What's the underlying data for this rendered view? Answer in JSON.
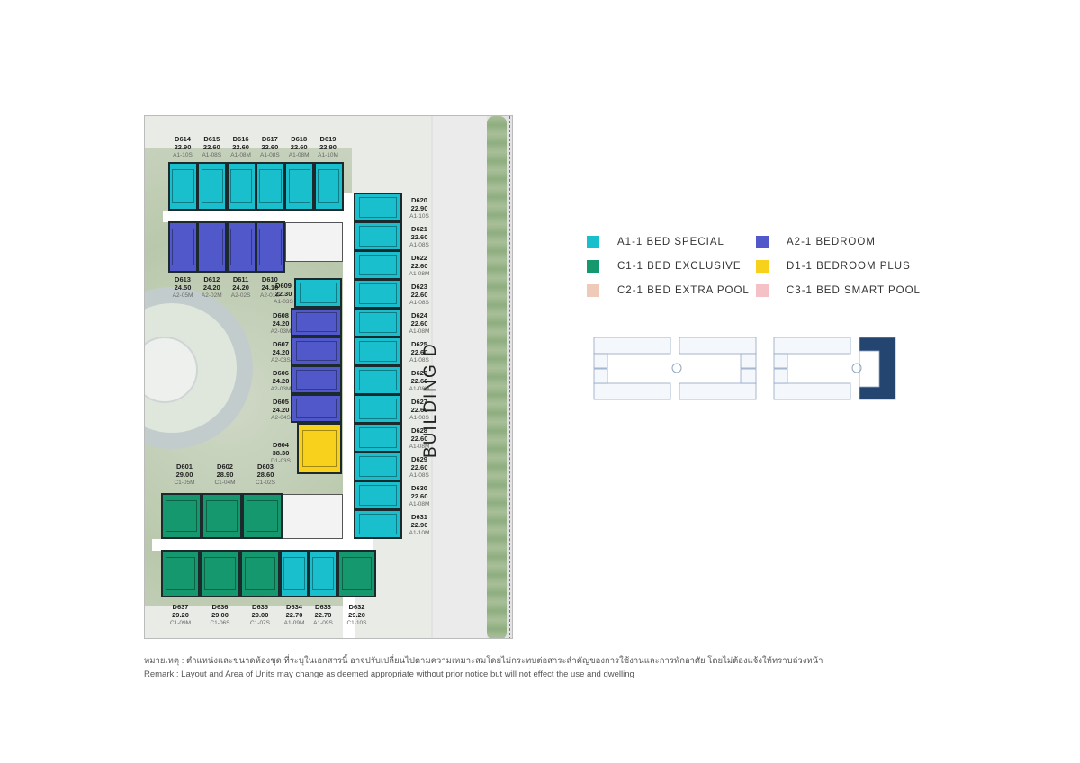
{
  "building_label": "BUILDING D",
  "colors": {
    "A1": "#19bfcc",
    "A2": "#5158c9",
    "C1": "#16986e",
    "D1": "#f7d11c",
    "C2": "#efcab8",
    "C3": "#f4c2c6",
    "keymap": "#8fa6c2",
    "keymap_highlight": "#23456f"
  },
  "legend": [
    {
      "type": "A1",
      "label": "A1-1 BED SPECIAL"
    },
    {
      "type": "A2",
      "label": "A2-1 BEDROOM"
    },
    {
      "type": "C1",
      "label": "C1-1 BED EXCLUSIVE"
    },
    {
      "type": "D1",
      "label": "D1-1 BEDROOM PLUS"
    },
    {
      "type": "C2",
      "label": "C2-1 BED EXTRA POOL"
    },
    {
      "type": "C3",
      "label": "C3-1 BED SMART POOL"
    }
  ],
  "units": {
    "top_row": [
      {
        "id": "D614",
        "area": "22.90",
        "code": "A1-10S",
        "type": "A1"
      },
      {
        "id": "D615",
        "area": "22.60",
        "code": "A1-08S",
        "type": "A1"
      },
      {
        "id": "D616",
        "area": "22.60",
        "code": "A1-08M",
        "type": "A1"
      },
      {
        "id": "D617",
        "area": "22.60",
        "code": "A1-08S",
        "type": "A1"
      },
      {
        "id": "D618",
        "area": "22.60",
        "code": "A1-08M",
        "type": "A1"
      },
      {
        "id": "D619",
        "area": "22.90",
        "code": "A1-10M",
        "type": "A1"
      }
    ],
    "a2_row": [
      {
        "id": "D613",
        "area": "24.50",
        "code": "A2-05M",
        "type": "A2"
      },
      {
        "id": "D612",
        "area": "24.20",
        "code": "A2-02M",
        "type": "A2"
      },
      {
        "id": "D611",
        "area": "24.20",
        "code": "A2-02S",
        "type": "A2"
      },
      {
        "id": "D610",
        "area": "24.10",
        "code": "A2-01S",
        "type": "A2"
      }
    ],
    "center_column": [
      {
        "id": "D609",
        "area": "22.30",
        "code": "A1-03S",
        "type": "A1"
      },
      {
        "id": "D608",
        "area": "24.20",
        "code": "A2-03M",
        "type": "A2"
      },
      {
        "id": "D607",
        "area": "24.20",
        "code": "A2-03S",
        "type": "A2"
      },
      {
        "id": "D606",
        "area": "24.20",
        "code": "A2-03M",
        "type": "A2"
      },
      {
        "id": "D605",
        "area": "24.20",
        "code": "A2-04S",
        "type": "A2"
      },
      {
        "id": "D604",
        "area": "38.30",
        "code": "D1-03S",
        "type": "D1"
      }
    ],
    "right_column": [
      {
        "id": "D620",
        "area": "22.90",
        "code": "A1-10S",
        "type": "A1"
      },
      {
        "id": "D621",
        "area": "22.60",
        "code": "A1-08S",
        "type": "A1"
      },
      {
        "id": "D622",
        "area": "22.60",
        "code": "A1-08M",
        "type": "A1"
      },
      {
        "id": "D623",
        "area": "22.60",
        "code": "A1-08S",
        "type": "A1"
      },
      {
        "id": "D624",
        "area": "22.60",
        "code": "A1-08M",
        "type": "A1"
      },
      {
        "id": "D625",
        "area": "22.60",
        "code": "A1-08S",
        "type": "A1"
      },
      {
        "id": "D626",
        "area": "22.60",
        "code": "A1-08M",
        "type": "A1"
      },
      {
        "id": "D627",
        "area": "22.60",
        "code": "A1-08S",
        "type": "A1"
      },
      {
        "id": "D628",
        "area": "22.60",
        "code": "A1-08M",
        "type": "A1"
      },
      {
        "id": "D629",
        "area": "22.60",
        "code": "A1-08S",
        "type": "A1"
      },
      {
        "id": "D630",
        "area": "22.60",
        "code": "A1-08M",
        "type": "A1"
      },
      {
        "id": "D631",
        "area": "22.90",
        "code": "A1-10M",
        "type": "A1"
      }
    ],
    "c1_row": [
      {
        "id": "D601",
        "area": "29.00",
        "code": "C1-05M",
        "type": "C1"
      },
      {
        "id": "D602",
        "area": "28.90",
        "code": "C1-04M",
        "type": "C1"
      },
      {
        "id": "D603",
        "area": "28.60",
        "code": "C1-02S",
        "type": "C1"
      }
    ],
    "bottom_row": [
      {
        "id": "D637",
        "area": "29.20",
        "code": "C1-09M",
        "type": "C1"
      },
      {
        "id": "D636",
        "area": "29.00",
        "code": "C1-06S",
        "type": "C1"
      },
      {
        "id": "D635",
        "area": "29.00",
        "code": "C1-07S",
        "type": "C1"
      },
      {
        "id": "D634",
        "area": "22.70",
        "code": "A1-09M",
        "type": "A1"
      },
      {
        "id": "D633",
        "area": "22.70",
        "code": "A1-09S",
        "type": "A1"
      },
      {
        "id": "D632",
        "area": "29.20",
        "code": "C1-10S",
        "type": "C1"
      }
    ]
  },
  "remark_thai": "หมายเหตุ : ตำแหน่งและขนาดห้องชุด ที่ระบุในเอกสารนี้ อาจปรับเปลี่ยนไปตามความเหมาะสมโดยไม่กระทบต่อสาระสำคัญของการใช้งานและการพักอาศัย โดยไม่ต้องแจ้งให้ทราบล่วงหน้า",
  "remark_en": "Remark : Layout and Area of Units may change as deemed appropriate without prior notice but will not effect the use and dwelling"
}
